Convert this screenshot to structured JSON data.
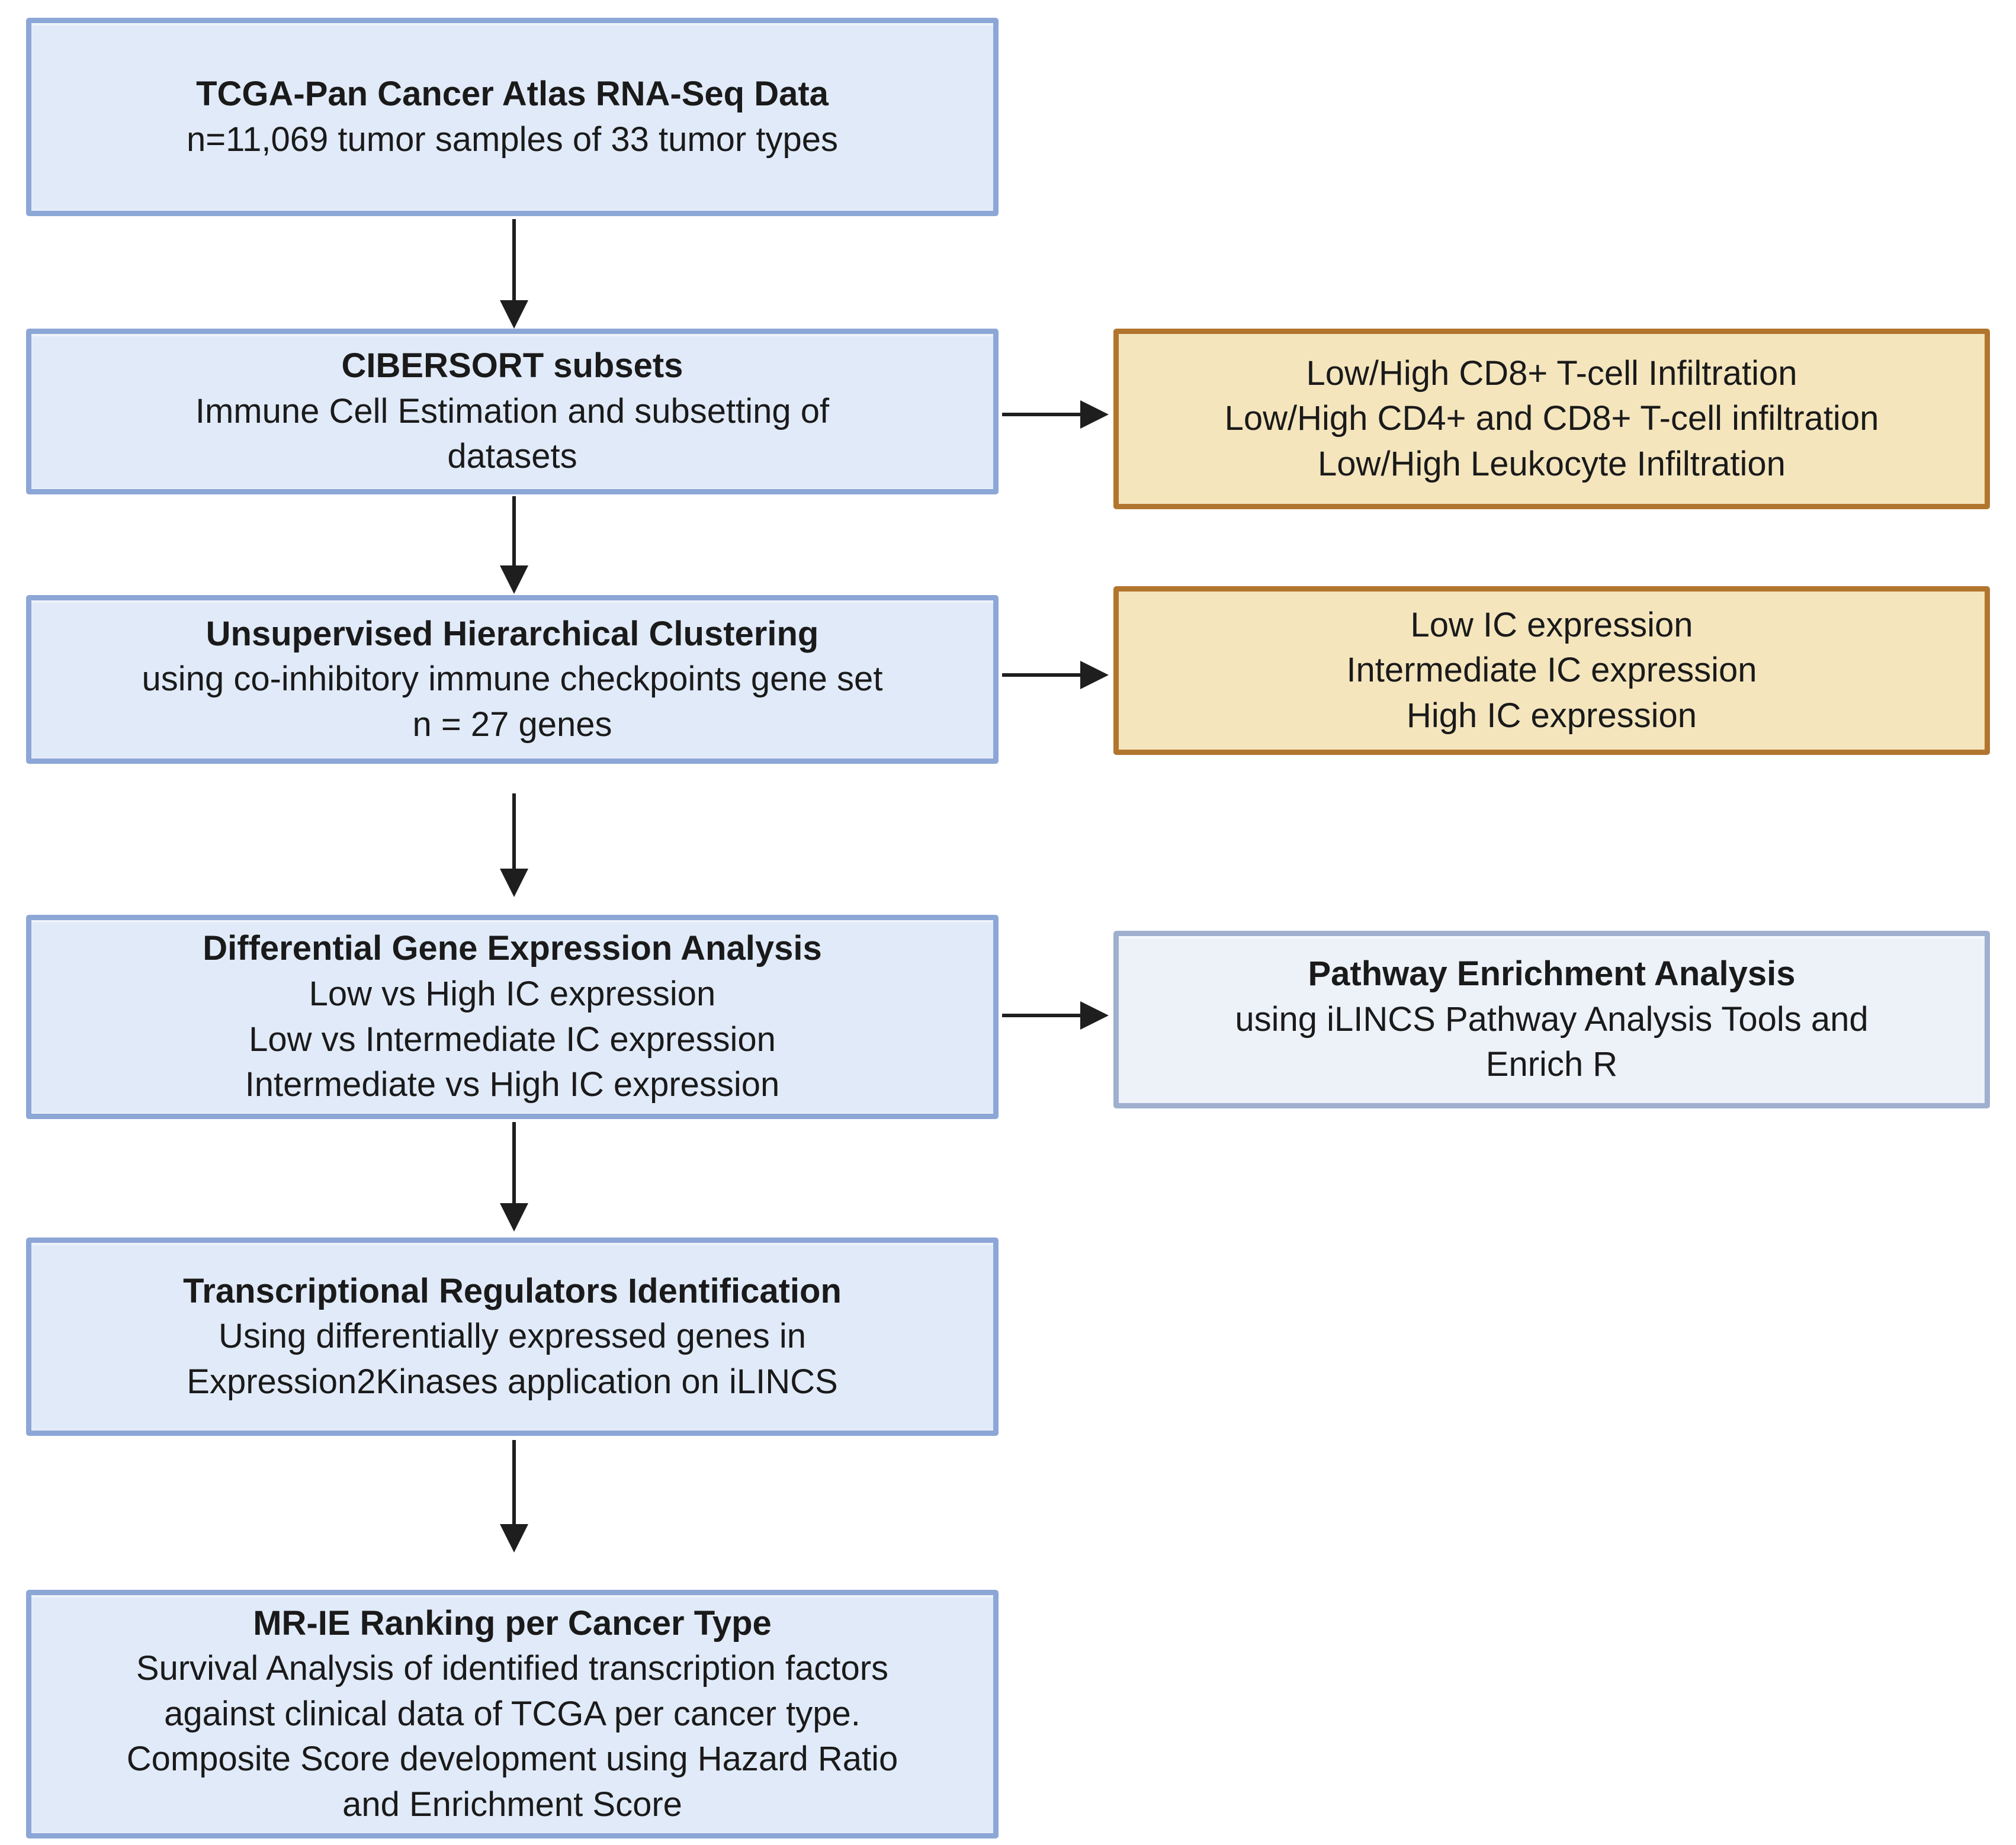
{
  "boxes": {
    "tcga": {
      "title": "TCGA-Pan Cancer Atlas RNA-Seq Data",
      "lines": [
        "n=11,069 tumor samples of 33 tumor types"
      ]
    },
    "cibersort": {
      "title": "CIBERSORT subsets",
      "lines": [
        "Immune Cell Estimation and subsetting of",
        "datasets"
      ]
    },
    "clustering": {
      "title": "Unsupervised Hierarchical Clustering",
      "lines": [
        "using co-inhibitory immune checkpoints gene set",
        "n = 27 genes"
      ]
    },
    "dge": {
      "title": "Differential Gene Expression Analysis",
      "lines": [
        "Low vs High IC expression",
        "Low vs Intermediate IC expression",
        "Intermediate vs High IC expression"
      ]
    },
    "regulators": {
      "title": "Transcriptional Regulators Identification",
      "lines": [
        "Using differentially expressed genes in",
        "Expression2Kinases application on iLINCS"
      ]
    },
    "mrie": {
      "title": "MR-IE Ranking per Cancer Type",
      "lines": [
        "Survival Analysis of identified transcription factors",
        "against clinical data of TCGA per cancer type.",
        "Composite Score development using Hazard Ratio",
        "and Enrichment Score"
      ]
    },
    "infiltration": {
      "lines": [
        "Low/High CD8+ T-cell Infiltration",
        "Low/High CD4+ and CD8+ T-cell infiltration",
        "Low/High Leukocyte Infiltration"
      ]
    },
    "ic_levels": {
      "lines": [
        "Low IC expression",
        "Intermediate IC expression",
        "High IC expression"
      ]
    },
    "pathway": {
      "title": "Pathway Enrichment Analysis",
      "lines": [
        "using iLINCS Pathway Analysis Tools and",
        "Enrich R"
      ]
    }
  },
  "colors": {
    "flow_box_fill": "#E1EAF8",
    "flow_box_border": "#8CA6D6",
    "side_box_fill": "#F4E5BD",
    "side_box_border": "#B2752E",
    "pathway_box_fill": "#EDF1F8",
    "pathway_box_border": "#9FAFCE",
    "arrow": "#1E1E1E",
    "text": "#1A1A1A"
  }
}
